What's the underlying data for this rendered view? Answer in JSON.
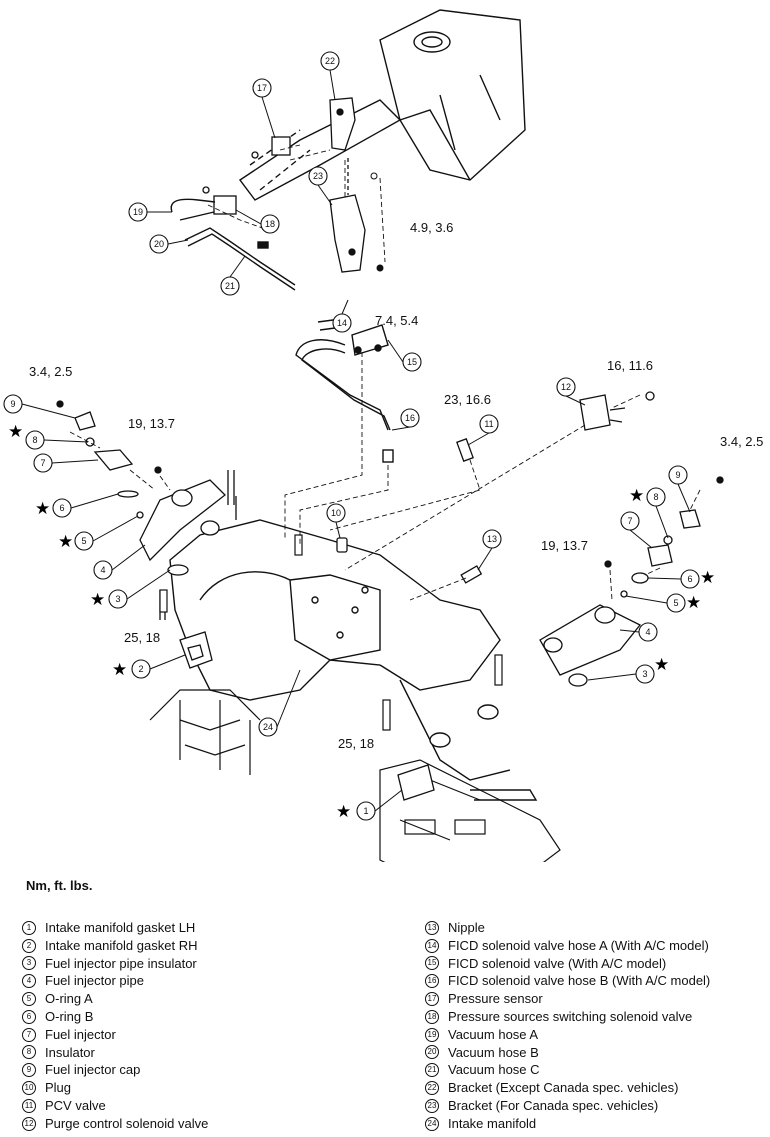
{
  "torque_specs": {
    "t49": "4.9, 3.6",
    "t74": "7.4, 5.4",
    "t166_upper": "16, 11.6",
    "t34_left": "3.4, 2.5",
    "t34_right": "3.4, 2.5",
    "t191_left": "19, 13.7",
    "t191_right": "19, 13.7",
    "t2316": "23, 16.6",
    "t2518_left": "25, 18",
    "t2518_center": "25, 18"
  },
  "units_note": "Nm, ft. lbs.",
  "callouts": [
    "1",
    "2",
    "3",
    "4",
    "5",
    "6",
    "7",
    "8",
    "9",
    "10",
    "11",
    "12",
    "13",
    "14",
    "15",
    "16",
    "17",
    "18",
    "19",
    "20",
    "21",
    "22",
    "23",
    "24"
  ],
  "star_glyph": "★",
  "legend_left": [
    {
      "num": "1",
      "text": "Intake manifold gasket LH"
    },
    {
      "num": "2",
      "text": "Intake manifold gasket RH"
    },
    {
      "num": "3",
      "text": "Fuel injector pipe insulator"
    },
    {
      "num": "4",
      "text": "Fuel injector pipe"
    },
    {
      "num": "5",
      "text": "O-ring A"
    },
    {
      "num": "6",
      "text": "O-ring B"
    },
    {
      "num": "7",
      "text": "Fuel injector"
    },
    {
      "num": "8",
      "text": "Insulator"
    },
    {
      "num": "9",
      "text": "Fuel injector cap"
    },
    {
      "num": "10",
      "text": "Plug"
    },
    {
      "num": "11",
      "text": "PCV valve"
    },
    {
      "num": "12",
      "text": "Purge control solenoid valve"
    }
  ],
  "legend_right": [
    {
      "num": "13",
      "text": "Nipple"
    },
    {
      "num": "14",
      "text": "FICD solenoid valve hose A (With A/C model)"
    },
    {
      "num": "15",
      "text": "FICD solenoid valve (With A/C model)"
    },
    {
      "num": "16",
      "text": "FICD solenoid valve hose B (With A/C model)"
    },
    {
      "num": "17",
      "text": "Pressure sensor"
    },
    {
      "num": "18",
      "text": "Pressure sources switching solenoid valve"
    },
    {
      "num": "19",
      "text": "Vacuum hose A"
    },
    {
      "num": "20",
      "text": "Vacuum hose B"
    },
    {
      "num": "21",
      "text": "Vacuum hose C"
    },
    {
      "num": "22",
      "text": "Bracket (Except Canada spec. vehicles)"
    },
    {
      "num": "23",
      "text": "Bracket (For Canada spec. vehicles)"
    },
    {
      "num": "24",
      "text": "Intake manifold"
    }
  ]
}
